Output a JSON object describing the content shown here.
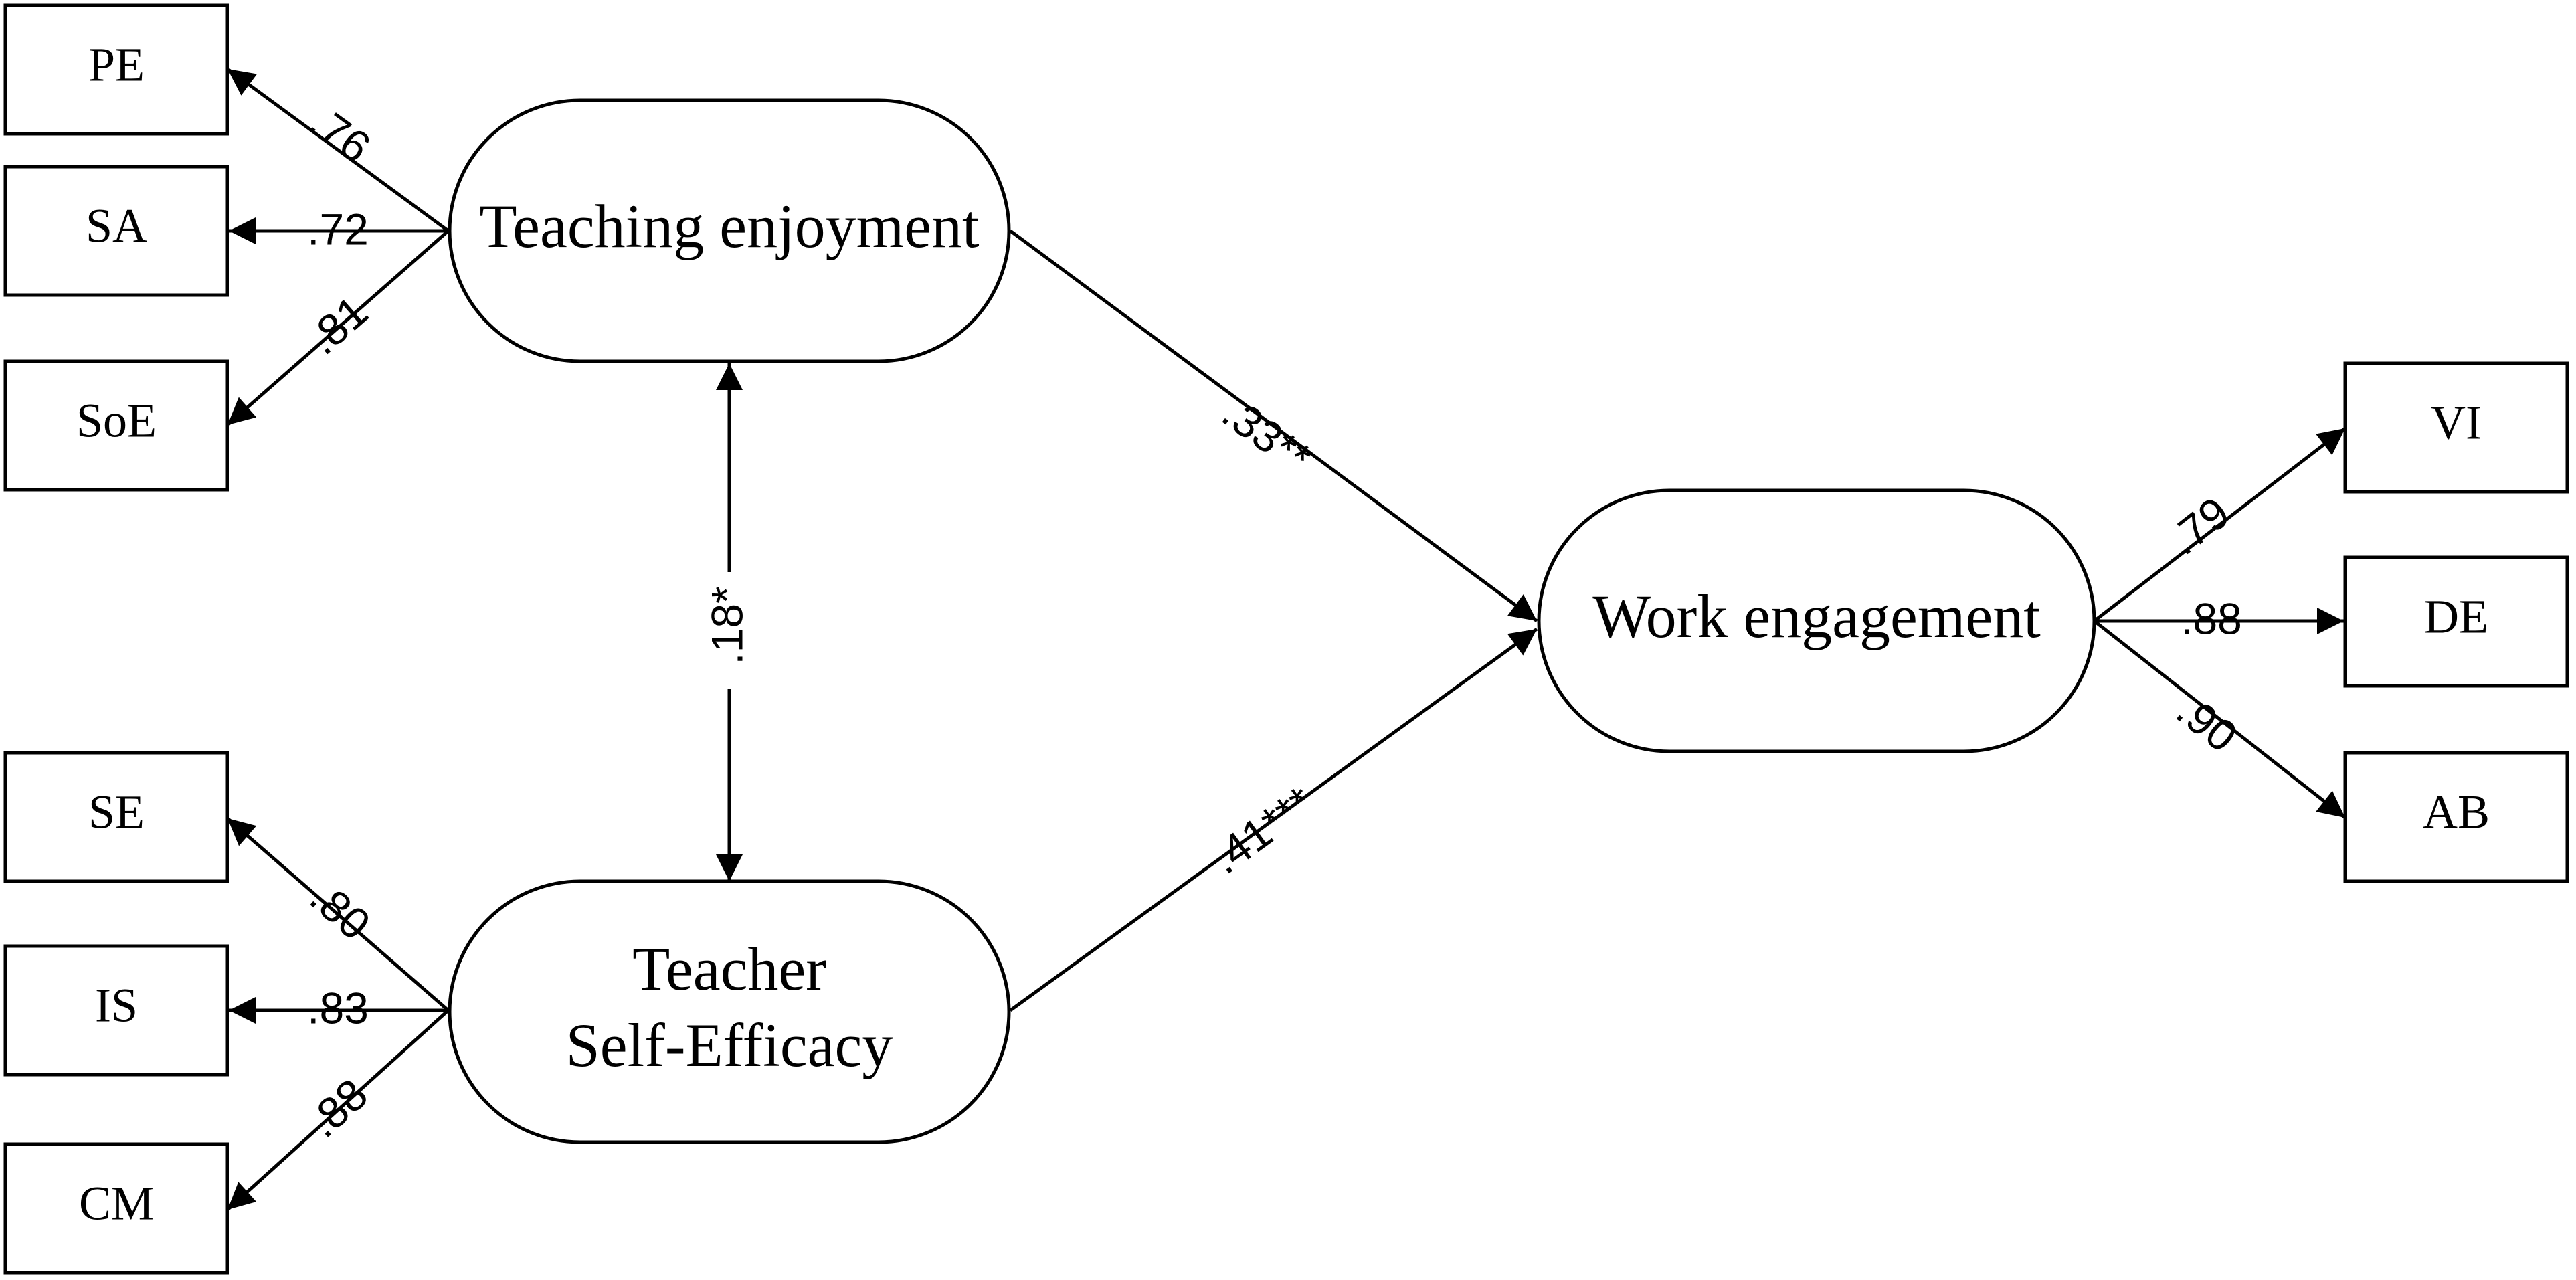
{
  "latents": {
    "enjoyment": "Teaching enjoyment",
    "efficacy_line1": "Teacher",
    "efficacy_line2": "Self-Efficacy",
    "engagement": "Work engagement"
  },
  "indicators": {
    "pe": "PE",
    "sa": "SA",
    "soe": "SoE",
    "se": "SE",
    "is": "IS",
    "cm": "CM",
    "vi": "VI",
    "de": "DE",
    "ab": "AB"
  },
  "loadings": {
    "pe": ".76",
    "sa": ".72",
    "soe": ".81",
    "se": ".80",
    "is": ".83",
    "cm": ".88",
    "vi": ".79",
    "de": ".88",
    "ab": ".90"
  },
  "paths": {
    "enjoyment_to_engagement": ".33**",
    "efficacy_to_engagement": ".41***",
    "enjoyment_efficacy_cov": ".18*"
  }
}
